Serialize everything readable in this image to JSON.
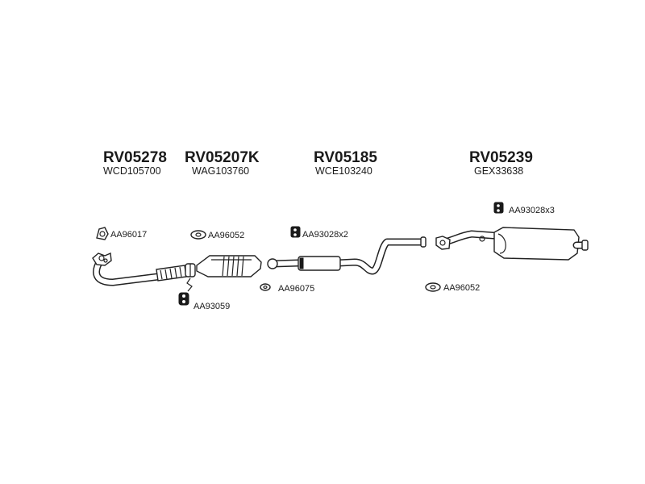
{
  "sections": [
    {
      "code": "RV05278",
      "sub": "WCD105700"
    },
    {
      "code": "RV05207K",
      "sub": "WAG103760"
    },
    {
      "code": "RV05185",
      "sub": "WCE103240"
    },
    {
      "code": "RV05239",
      "sub": "GEX33638"
    }
  ],
  "parts": {
    "p1": "AA96017",
    "p2": "AA96052",
    "p3": "AA93028x2",
    "p4": "AA93028x3",
    "p5": "AA93059",
    "p6": "AA96075",
    "p7": "AA96052"
  },
  "colors": {
    "line": "#222222",
    "text": "#1a1a1a",
    "background": "#ffffff"
  }
}
